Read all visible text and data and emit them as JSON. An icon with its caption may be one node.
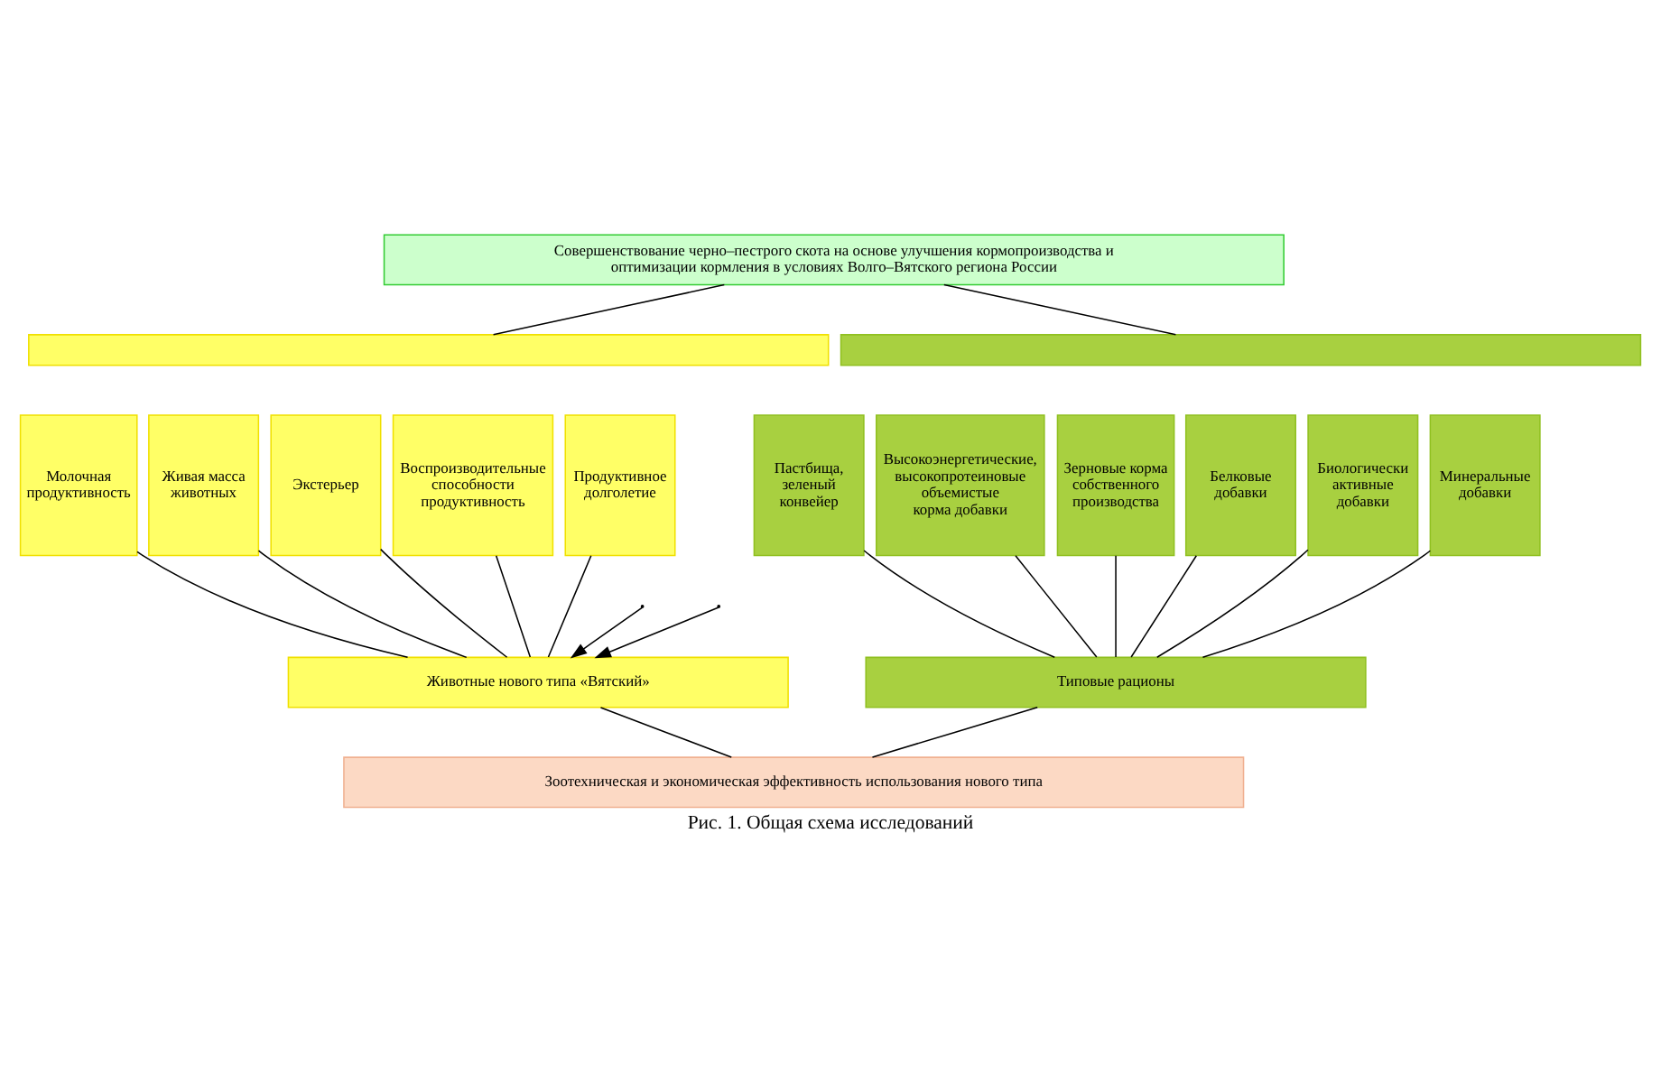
{
  "diagram": {
    "caption": "Рис. 1. Общая схема исследований",
    "nodes": [
      {
        "text": [
          "Совершенствование черно–пестрого скота на основе улучшения кормопроизводства и оптимизации кормления в условиях Волго–Вятского региона России"
        ]
      },
      {
        "text": [],
        "shape": "bar"
      },
      {
        "text": [
          "Молочная продуктивность"
        ]
      },
      {
        "text": [
          "Живая масса животных"
        ]
      },
      {
        "text": [
          "Экстерьер"
        ]
      },
      {
        "text": [
          "Воспроизводительные способности продуктивность"
        ]
      },
      {
        "text": [
          "Продуктивное долголетие"
        ]
      },
      {
        "text": [],
        "shape": "bar"
      },
      {
        "text": [
          "Пастбища, зеленый конвейер"
        ]
      },
      {
        "text": [
          "Высокоэнергетические, высокопротеиновые объемистые корма добавки"
        ]
      },
      {
        "text": [
          "Зерновые корма собственного производства"
        ]
      },
      {
        "text": [
          "Белковые добавки"
        ]
      },
      {
        "text": [
          "Биологически активные добавки"
        ]
      },
      {
        "text": [
          "Минеральные добавки"
        ]
      },
      {
        "text": [
          "Животные нового типа «Вятский»"
        ]
      },
      {
        "text": [
          "Типовые рационы"
        ]
      },
      {
        "text": [
          "Зоотехническая и экономическая эффективность использования нового типа"
        ]
      }
    ],
    "edges": [
      {
        "from": 0,
        "to": 1,
        "arrow": "none"
      },
      {
        "from": 0,
        "to": 7,
        "arrow": "none"
      },
      {
        "from": 2,
        "to": 14,
        "arrow": "none"
      },
      {
        "from": 3,
        "to": 14,
        "arrow": "none"
      },
      {
        "from": 4,
        "to": 14,
        "arrow": "none"
      },
      {
        "from": 5,
        "to": 14,
        "arrow": "none"
      },
      {
        "from": 6,
        "to": 14,
        "arrow": "none"
      },
      {
        "from": null,
        "to": 14,
        "arrow": "to"
      },
      {
        "from": null,
        "to": 14,
        "arrow": "to"
      },
      {
        "from": 8,
        "to": 15,
        "arrow": "none"
      },
      {
        "from": 9,
        "to": 15,
        "arrow": "none"
      },
      {
        "from": 10,
        "to": 15,
        "arrow": "none"
      },
      {
        "from": 11,
        "to": 15,
        "arrow": "none"
      },
      {
        "from": 12,
        "to": 15,
        "arrow": "none"
      },
      {
        "from": 13,
        "to": 15,
        "arrow": "none"
      },
      {
        "from": 14,
        "to": 16,
        "arrow": "none"
      },
      {
        "from": 15,
        "to": 16,
        "arrow": "none"
      }
    ]
  }
}
